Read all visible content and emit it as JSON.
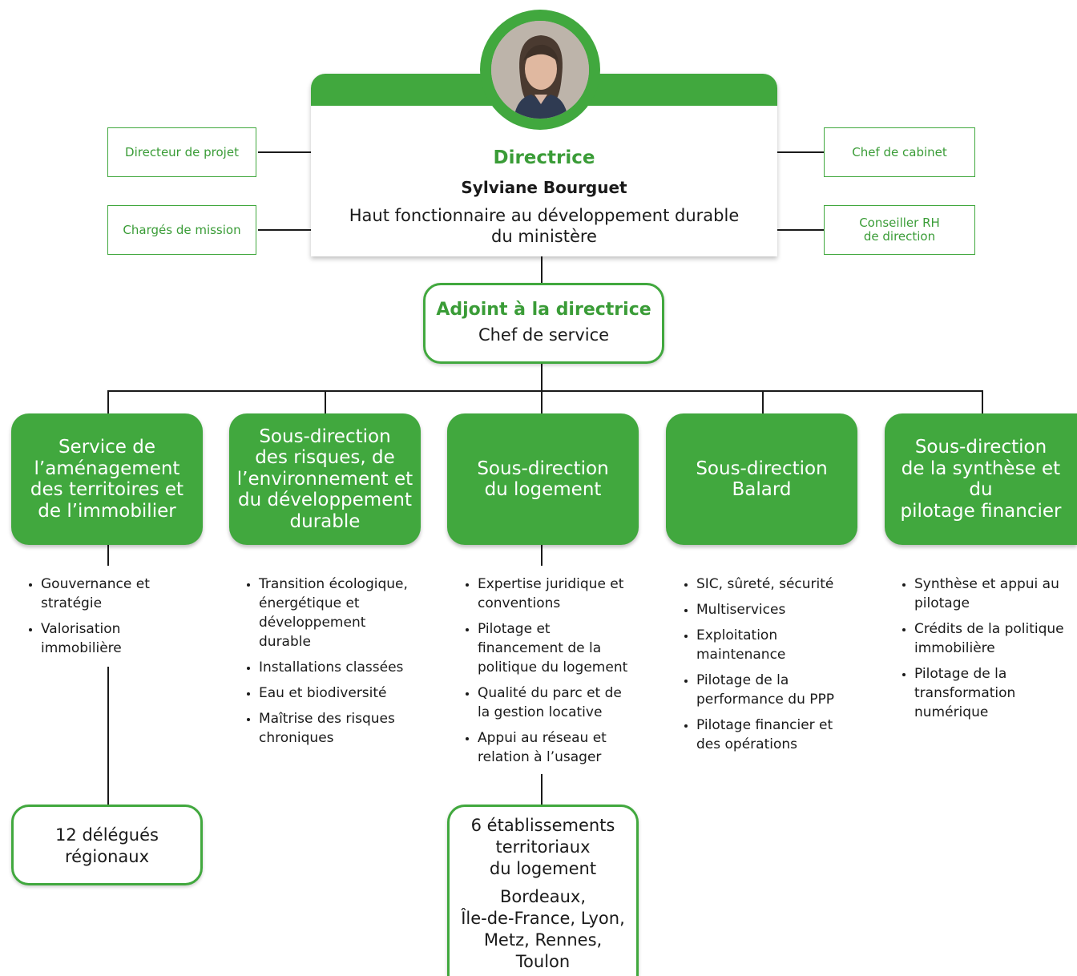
{
  "director": {
    "role": "Directrice",
    "name": "Sylviane Bourguet",
    "title_line1": "Haut fonctionnaire au développement durable",
    "title_line2": "du ministère"
  },
  "side_left": [
    "Directeur de projet",
    "Chargés de mission"
  ],
  "side_right": [
    "Chef de cabinet",
    "Conseiller RH",
    "de direction"
  ],
  "deputy": {
    "role": "Adjoint à la directrice",
    "subtitle": "Chef de service"
  },
  "departments": [
    {
      "name_lines": [
        "Service de",
        "l’aménagement",
        "des territoires et",
        "de l’immobilier"
      ],
      "items": [
        [
          "Gouvernance et",
          "stratégie"
        ],
        [
          "Valorisation",
          "immobilière"
        ]
      ]
    },
    {
      "name_lines": [
        "Sous-direction",
        "des risques, de",
        "l’environnement et",
        "du développement",
        "durable"
      ],
      "items": [
        [
          "Transition écologique,",
          "énergétique et",
          "développement",
          "durable"
        ],
        [
          "Installations classées"
        ],
        [
          "Eau et biodiversité"
        ],
        [
          "Maîtrise des risques",
          "chroniques"
        ]
      ]
    },
    {
      "name_lines": [
        "Sous-direction",
        "du logement"
      ],
      "items": [
        [
          "Expertise juridique et",
          "conventions"
        ],
        [
          "Pilotage et",
          "financement de la",
          "politique du logement"
        ],
        [
          "Qualité du parc et de",
          "la gestion locative"
        ],
        [
          "Appui au réseau et",
          "relation à l’usager"
        ]
      ]
    },
    {
      "name_lines": [
        "Sous-direction",
        "Balard"
      ],
      "items": [
        [
          "SIC, sûreté, sécurité"
        ],
        [
          "Multiservices"
        ],
        [
          "Exploitation",
          "maintenance"
        ],
        [
          "Pilotage de la",
          "performance du PPP"
        ],
        [
          "Pilotage financier et",
          "des opérations"
        ]
      ]
    },
    {
      "name_lines": [
        "Sous-direction",
        "de la synthèse et du",
        "pilotage financier"
      ],
      "items": [
        [
          "Synthèse et appui au",
          "pilotage"
        ],
        [
          "Crédits de la politique",
          "immobilière"
        ],
        [
          "Pilotage de la",
          "transformation",
          "numérique"
        ]
      ]
    }
  ],
  "regional": {
    "line1": "12 délégués",
    "line2": "régionaux"
  },
  "establishments": {
    "title_lines": [
      "6 établissements",
      "territoriaux",
      "du logement"
    ],
    "cities_lines": [
      "Bordeaux,",
      "Île-de-France, Lyon,",
      "Metz, Rennes,",
      "Toulon"
    ]
  }
}
